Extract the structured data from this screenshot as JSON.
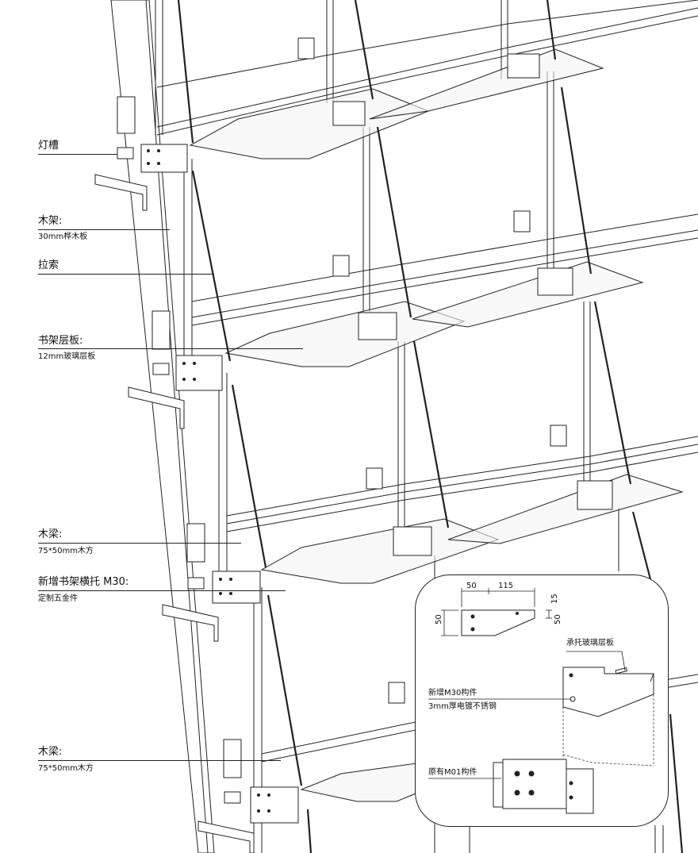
{
  "callouts": [
    {
      "id": "light-slot",
      "title": "灯槽",
      "detail": ""
    },
    {
      "id": "wood-frame",
      "title": "木架:",
      "detail": "30mm桦木板"
    },
    {
      "id": "tension-cable",
      "title": "拉索",
      "detail": ""
    },
    {
      "id": "shelf-board",
      "title": "书架层板:",
      "detail": "12mm玻璃层板"
    },
    {
      "id": "wood-beam-1",
      "title": "木梁:",
      "detail": "75*50mm木方"
    },
    {
      "id": "new-bracket",
      "title": "新增书架横托 M30:",
      "detail": "定制五金件"
    },
    {
      "id": "wood-beam-2",
      "title": "木梁:",
      "detail": "75*50mm木方"
    }
  ],
  "inset": {
    "dimensions": {
      "top_a": "50",
      "top_b": "115",
      "left": "50",
      "right": "15"
    },
    "labels": {
      "glass_support": "承托玻璃层板",
      "new_part": "新增M30构件",
      "new_part_spec": "3mm厚电镀不锈钢",
      "existing_part": "原有M01构件"
    }
  },
  "colors": {
    "line": "#222222",
    "glass": "#e8eaea",
    "background": "#ffffff"
  }
}
